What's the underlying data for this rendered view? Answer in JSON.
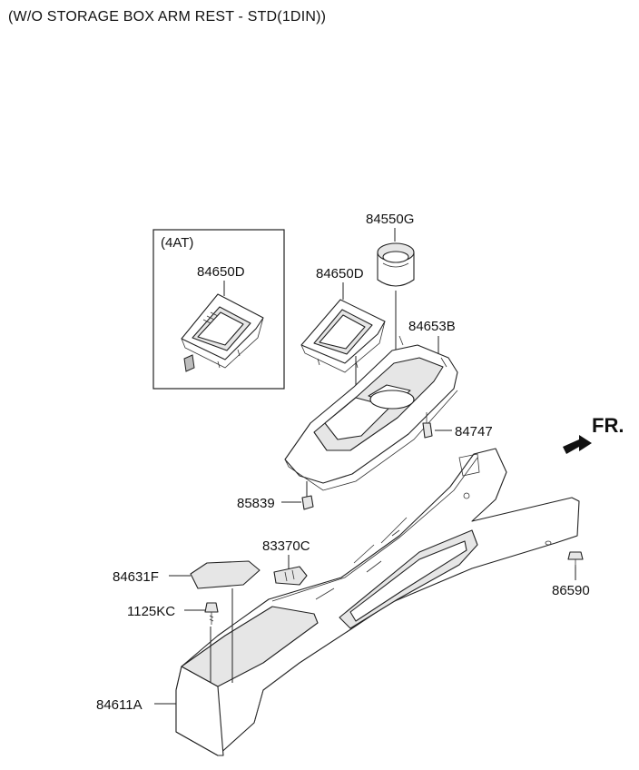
{
  "header": {
    "title": "(W/O STORAGE BOX ARM REST - STD(1DIN))"
  },
  "callouts": {
    "variant_label": "(4AT)",
    "boot_4at": "84650D",
    "boot_main": "84650D",
    "cup_holder": "84550G",
    "console_cover": "84653B",
    "clip_84747": "84747",
    "fwd_arrow": "FR.",
    "clip_85839": "85839",
    "cover_83370C": "83370C",
    "pad_84631F": "84631F",
    "bolt_1125KC": "1125KC",
    "screw_86590": "86590",
    "console_84611A": "84611A"
  }
}
